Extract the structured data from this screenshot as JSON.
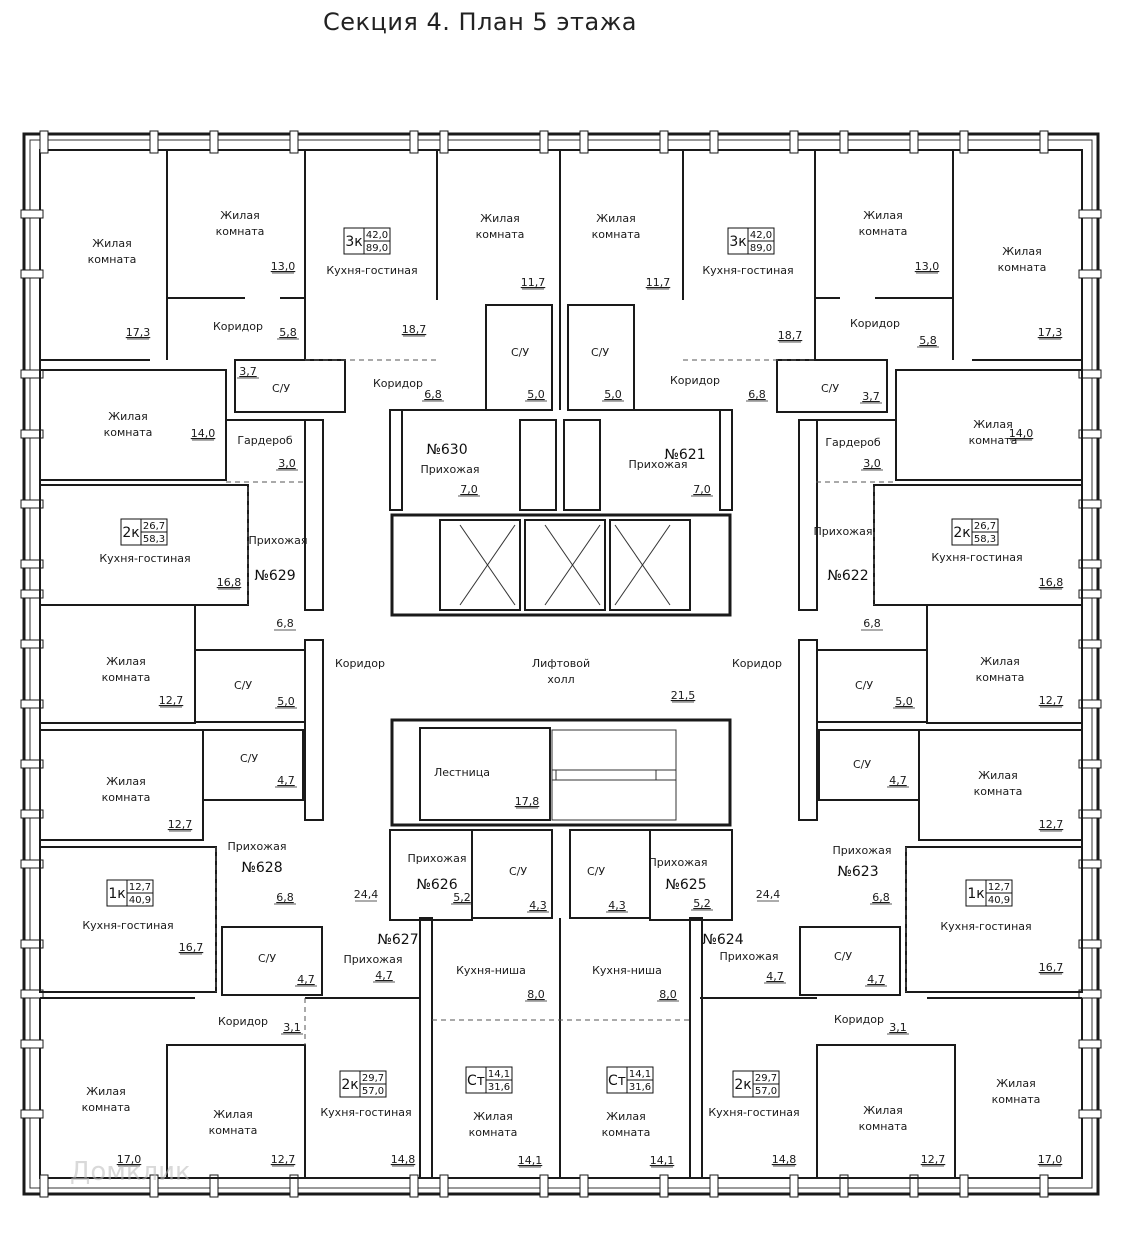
{
  "title": "Секция 4. План 5 этажа",
  "watermark": "Домклик",
  "apartments": {
    "a630": "№630",
    "a621": "№621",
    "a629": "№629",
    "a622": "№622",
    "a628": "№628",
    "a623": "№623",
    "a627": "№627",
    "a624": "№624",
    "a626": "№626",
    "a625": "№625"
  },
  "badges": {
    "b630": {
      "type": "3к",
      "living": "42,0",
      "total": "89,0"
    },
    "b621": {
      "type": "3к",
      "living": "42,0",
      "total": "89,0"
    },
    "b629": {
      "type": "2к",
      "living": "26,7",
      "total": "58,3"
    },
    "b622": {
      "type": "2к",
      "living": "26,7",
      "total": "58,3"
    },
    "b628": {
      "type": "1к",
      "living": "12,7",
      "total": "40,9"
    },
    "b623": {
      "type": "1к",
      "living": "12,7",
      "total": "40,9"
    },
    "b627": {
      "type": "2к",
      "living": "29,7",
      "total": "57,0"
    },
    "b624": {
      "type": "2к",
      "living": "29,7",
      "total": "57,0"
    },
    "b626": {
      "type": "Ст",
      "living": "14,1",
      "total": "31,6"
    },
    "b625": {
      "type": "Ст",
      "living": "14,1",
      "total": "31,6"
    }
  },
  "rooms": [
    {
      "l1": "Жилая",
      "l2": "комната",
      "a": "17,3"
    },
    {
      "l1": "Жилая",
      "l2": "комната",
      "a": "13,0"
    },
    {
      "l1": "Кухня-гостиная",
      "l2": "",
      "a": "18,7"
    },
    {
      "l1": "Жилая",
      "l2": "комната",
      "a": "11,7"
    },
    {
      "l1": "Жилая",
      "l2": "комната",
      "a": "11,7"
    },
    {
      "l1": "Кухня-гостиная",
      "l2": "",
      "a": "18,7"
    },
    {
      "l1": "Жилая",
      "l2": "комната",
      "a": "13,0"
    },
    {
      "l1": "Жилая",
      "l2": "комната",
      "a": "17,3"
    },
    {
      "l1": "Коридор",
      "l2": "",
      "a": "5,8"
    },
    {
      "l1": "С/У",
      "l2": "",
      "a": "5,0"
    },
    {
      "l1": "С/У",
      "l2": "",
      "a": "5,0"
    },
    {
      "l1": "Коридор",
      "l2": "",
      "a": "5,8"
    },
    {
      "l1": "С/У",
      "l2": "",
      "a": "3,7"
    },
    {
      "l1": "Коридор",
      "l2": "",
      "a": "6,8"
    },
    {
      "l1": "Коридор",
      "l2": "",
      "a": "6,8"
    },
    {
      "l1": "С/У",
      "l2": "",
      "a": "3,7"
    },
    {
      "l1": "Жилая",
      "l2": "комната",
      "a": "14,0"
    },
    {
      "l1": "Гардероб",
      "l2": "",
      "a": "3,0"
    },
    {
      "l1": "Прихожая",
      "l2": "",
      "a": "7,0"
    },
    {
      "l1": "Прихожая",
      "l2": "",
      "a": "7,0"
    },
    {
      "l1": "Гардероб",
      "l2": "",
      "a": "3,0"
    },
    {
      "l1": "Жилая",
      "l2": "комната",
      "a": "14,0"
    },
    {
      "l1": "Кухня-гостиная",
      "l2": "",
      "a": "16,8"
    },
    {
      "l1": "Прихожая",
      "l2": "",
      "a": ""
    },
    {
      "l1": "Прихожая",
      "l2": "",
      "a": ""
    },
    {
      "l1": "Кухня-гостиная",
      "l2": "",
      "a": "16,8"
    },
    {
      "l1": "Жилая",
      "l2": "комната",
      "a": "12,7"
    },
    {
      "l1": "С/У",
      "l2": "",
      "a": "5,0"
    },
    {
      "l1": "Коридор",
      "l2": "",
      "a": ""
    },
    {
      "l1": "Лифтовой",
      "l2": "холл",
      "a": "21,5"
    },
    {
      "l1": "Коридор",
      "l2": "",
      "a": ""
    },
    {
      "l1": "С/У",
      "l2": "",
      "a": "5,0"
    },
    {
      "l1": "Жилая",
      "l2": "комната",
      "a": "12,7"
    },
    {
      "l1": "Жилая",
      "l2": "комната",
      "a": "12,7"
    },
    {
      "l1": "С/У",
      "l2": "",
      "a": "4,7"
    },
    {
      "l1": "Лестница",
      "l2": "",
      "a": "17,8"
    },
    {
      "l1": "С/У",
      "l2": "",
      "a": "4,7"
    },
    {
      "l1": "Жилая",
      "l2": "комната",
      "a": "12,7"
    },
    {
      "l1": "Прихожая",
      "l2": "",
      "a": "6,8"
    },
    {
      "l1": "Прихожая",
      "l2": "",
      "a": "5,2"
    },
    {
      "l1": "С/У",
      "l2": "",
      "a": "4,3"
    },
    {
      "l1": "С/У",
      "l2": "",
      "a": "4,3"
    },
    {
      "l1": "Прихожая",
      "l2": "",
      "a": "5,2"
    },
    {
      "l1": "Прихожая",
      "l2": "",
      "a": "6,8"
    },
    {
      "l1": "Кухня-гостиная",
      "l2": "",
      "a": "16,7"
    },
    {
      "l1": "С/У",
      "l2": "",
      "a": "4,7"
    },
    {
      "l1": "Прихожая",
      "l2": "",
      "a": "4,7"
    },
    {
      "l1": "Кухня-ниша",
      "l2": "",
      "a": "8,0"
    },
    {
      "l1": "Кухня-ниша",
      "l2": "",
      "a": "8,0"
    },
    {
      "l1": "Прихожая",
      "l2": "",
      "a": "4,7"
    },
    {
      "l1": "С/У",
      "l2": "",
      "a": "4,7"
    },
    {
      "l1": "Кухня-гостиная",
      "l2": "",
      "a": "16,7"
    },
    {
      "l1": "Коридор",
      "l2": "",
      "a": "3,1"
    },
    {
      "l1": "Коридор",
      "l2": "",
      "a": "3,1"
    },
    {
      "l1": "Жилая",
      "l2": "комната",
      "a": "17,0"
    },
    {
      "l1": "Жилая",
      "l2": "комната",
      "a": "12,7"
    },
    {
      "l1": "Кухня-гостиная",
      "l2": "",
      "a": "14,8"
    },
    {
      "l1": "Жилая",
      "l2": "комната",
      "a": "14,1"
    },
    {
      "l1": "Жилая",
      "l2": "комната",
      "a": "14,1"
    },
    {
      "l1": "Кухня-гостиная",
      "l2": "",
      "a": "14,8"
    },
    {
      "l1": "Жилая",
      "l2": "комната",
      "a": "12,7"
    },
    {
      "l1": "Жилая",
      "l2": "комната",
      "a": "17,0"
    }
  ],
  "extra_areas": [
    "6,8",
    "6,8",
    "24,4",
    "24,4"
  ]
}
